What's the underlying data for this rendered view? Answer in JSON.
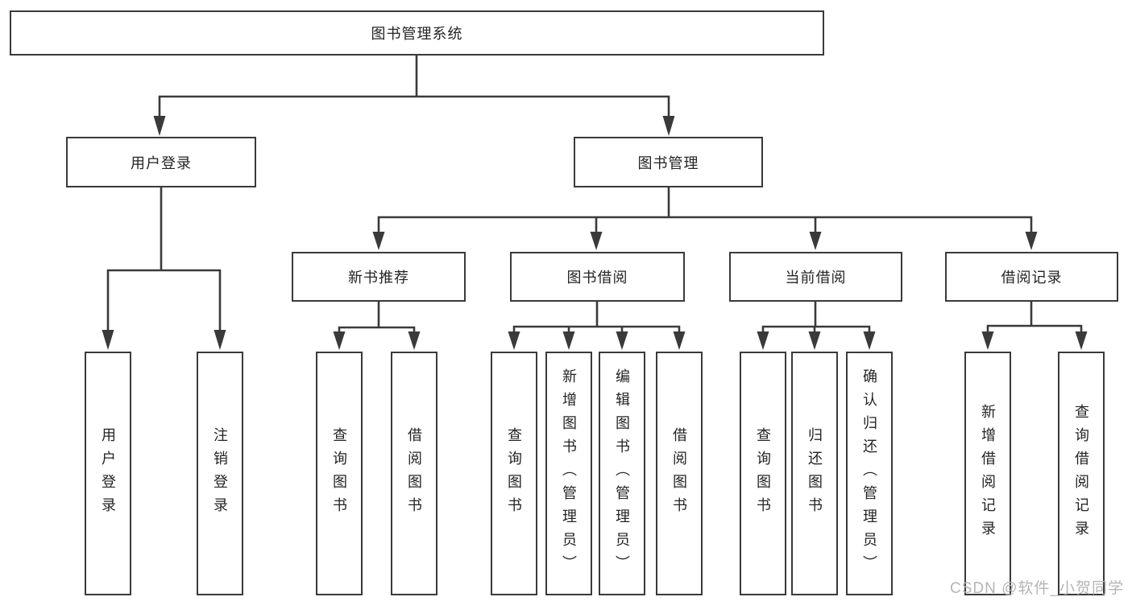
{
  "tree": {
    "root": {
      "label": "图书管理系统"
    },
    "branches": [
      {
        "label": "用户登录",
        "children": [
          {
            "label": "用户登录"
          },
          {
            "label": "注销登录"
          }
        ]
      },
      {
        "label": "图书管理",
        "children": [
          {
            "label": "新书推荐",
            "children": [
              {
                "label": "查询图书"
              },
              {
                "label": "借阅图书"
              }
            ]
          },
          {
            "label": "图书借阅",
            "children": [
              {
                "label": "查询图书"
              },
              {
                "label": "新增图书（管理员）"
              },
              {
                "label": "编辑图书（管理员）"
              },
              {
                "label": "借阅图书"
              }
            ]
          },
          {
            "label": "当前借阅",
            "children": [
              {
                "label": "查询图书"
              },
              {
                "label": "归还图书"
              },
              {
                "label": "确认归还（管理员）"
              }
            ]
          },
          {
            "label": "借阅记录",
            "children": [
              {
                "label": "新增借阅记录"
              },
              {
                "label": "查询借阅记录"
              }
            ]
          }
        ]
      }
    ]
  },
  "watermark": {
    "text": "CSDN @软件_小贺同学"
  },
  "colors": {
    "line": "#3a3a3a",
    "box_border": "#3a3a3a",
    "text": "#242424",
    "watermark": "#b5b5b5",
    "background": "#ffffff"
  }
}
